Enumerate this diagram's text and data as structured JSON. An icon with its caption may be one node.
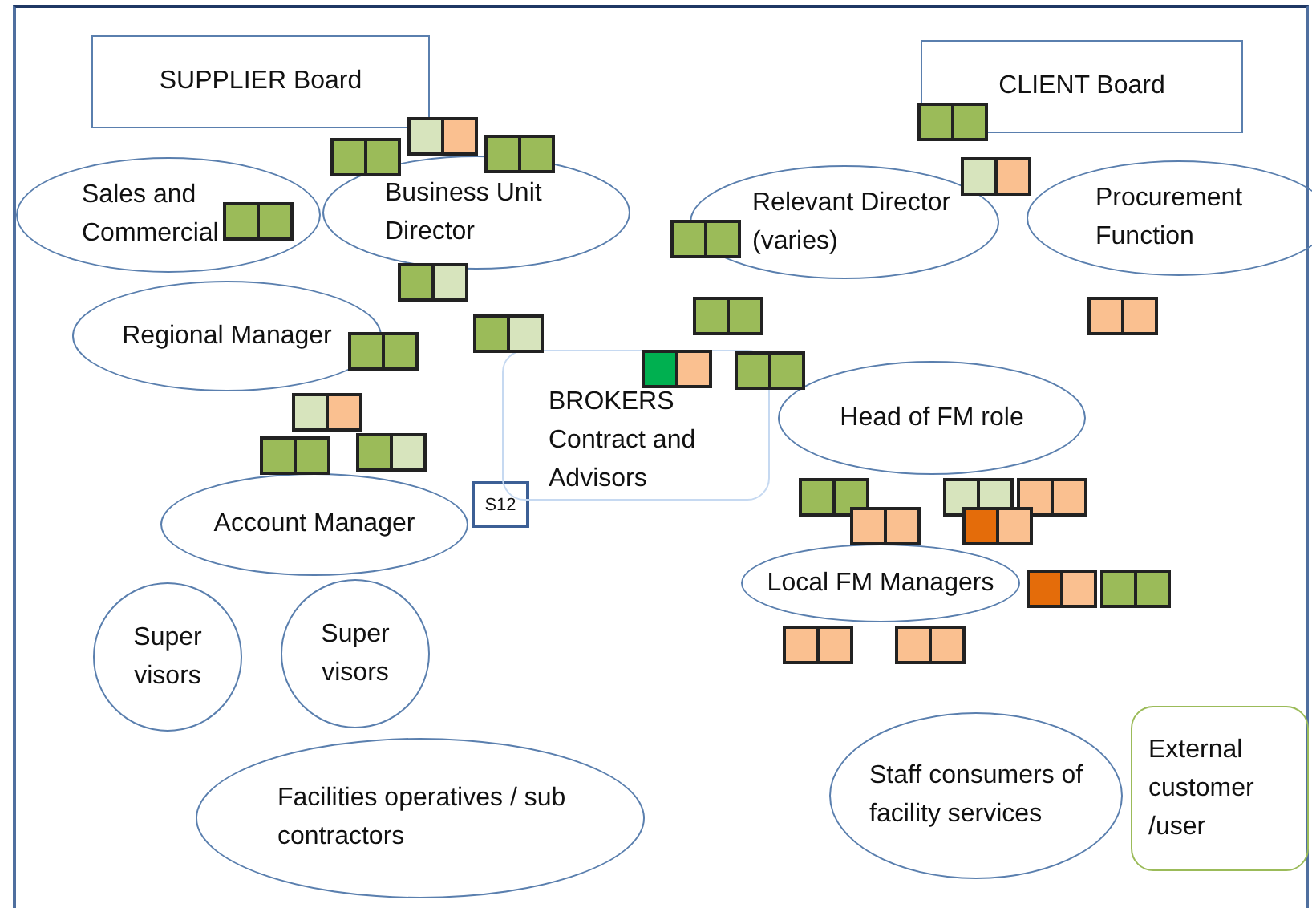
{
  "diagram": {
    "nodes": [
      {
        "text": [
          "SUPPLIER Board"
        ]
      },
      {
        "text": [
          "Sales and Commercial"
        ]
      },
      {
        "text": [
          "Business Unit Director"
        ]
      },
      {
        "text": [
          "Regional Manager"
        ]
      },
      {
        "text": [
          "Account Manager"
        ]
      },
      {
        "text": [
          "S12"
        ]
      },
      {
        "text": [
          "Super visors"
        ]
      },
      {
        "text": [
          "Super visors"
        ]
      },
      {
        "text": [
          "Facilities operatives / sub contractors"
        ]
      },
      {
        "text": [
          "BROKERS Contract and Advisors"
        ]
      },
      {
        "text": [
          "CLIENT Board"
        ]
      },
      {
        "text": [
          "Relevant Director (varies)"
        ]
      },
      {
        "text": [
          "Procurement Function"
        ]
      },
      {
        "text": [
          "Head of FM role"
        ]
      },
      {
        "text": [
          "Local FM Managers"
        ]
      },
      {
        "text": [
          "Staff consumers of facility services"
        ]
      },
      {
        "text": [
          "External customer /user"
        ]
      }
    ],
    "edges": []
  }
}
